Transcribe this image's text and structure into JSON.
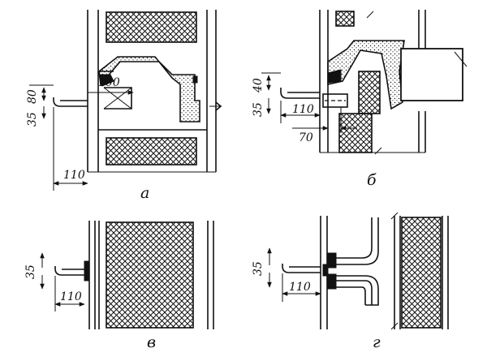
{
  "panels": {
    "a": {
      "caption": "а",
      "dims": {
        "d80": "80",
        "d35": "35",
        "d100": "100",
        "d110": "110"
      }
    },
    "b": {
      "caption": "б",
      "dims": {
        "d40": "40",
        "d35": "35",
        "d110": "110",
        "d70": "70"
      }
    },
    "v": {
      "caption": "в",
      "dims": {
        "d35": "35",
        "d110": "110"
      }
    },
    "g": {
      "caption": "г",
      "dims": {
        "d35": "35",
        "d110": "110"
      }
    }
  },
  "colors": {
    "line": "#111111",
    "background": "#ffffff"
  }
}
